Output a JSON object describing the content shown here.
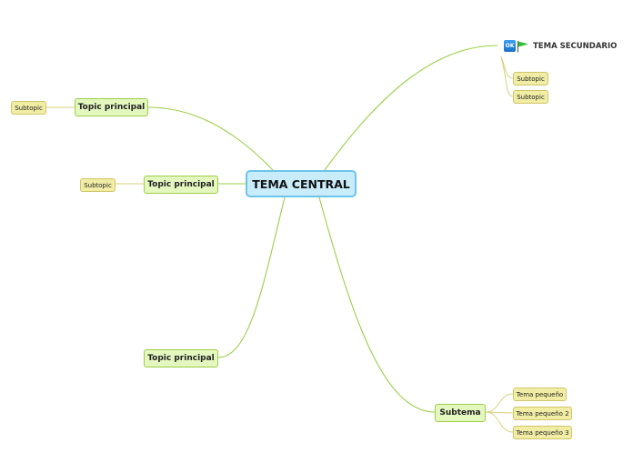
{
  "central": {
    "label": "TEMA CENTRAL"
  },
  "main_topics": [
    {
      "label": "Topic principal",
      "subtopic": "Subtopic"
    },
    {
      "label": "Topic principal",
      "subtopic": "Subtopic"
    },
    {
      "label": "Topic principal"
    }
  ],
  "secondary": {
    "label": "TEMA SECUNDARIO",
    "icon_ok": "OK",
    "icons": [
      "ok-check-icon",
      "green-flag-icon"
    ],
    "subtopics": [
      "Subtopic",
      "Subtopic"
    ]
  },
  "subtema": {
    "label": "Subtema",
    "children": [
      "Tema pequeño",
      "Tema pequeño 2",
      "Tema pequeño 3"
    ]
  },
  "colors": {
    "connector": "#9ccf4a",
    "sub_connector": "#d8d17a",
    "central_fill": "#c8ecf9",
    "central_border": "#6cc4ea",
    "topic_fill": "#e4f7bf",
    "subtopic_fill": "#f1eda5",
    "flag": "#2fbf3a"
  }
}
